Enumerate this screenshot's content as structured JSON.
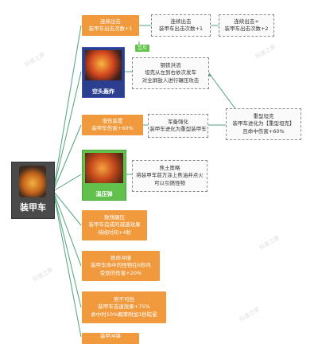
{
  "root": {
    "label": "装甲车",
    "icon": "armored-vehicle-icon"
  },
  "branches": [
    {
      "lines": [
        "连续出击",
        "装甲车出击次数+1"
      ]
    },
    {
      "label": "空头轰炸"
    },
    {
      "lines": [
        "增伤装置",
        "装甲车伤害+60%"
      ]
    },
    {
      "label": "温压弹"
    },
    {
      "lines": [
        "致残碾压",
        "装甲车造成的减速效果",
        "持续时间+4秒"
      ]
    },
    {
      "lines": [
        "致命冲撞",
        "装甲车命中的怪物在6秒内",
        "受到的伤害+20%"
      ]
    },
    {
      "lines": [
        "势不可挡",
        "装甲车击退效果+75%",
        "命中时10%概率附加1秒眩晕"
      ]
    },
    {
      "lines": [
        "装甲冲锋"
      ]
    }
  ],
  "sub_nodes": {
    "consecutive_1": [
      "连续出击",
      "装甲车出击次数+1"
    ],
    "consecutive_2": [
      "连续出击+",
      "装甲车出击次数+2"
    ],
    "tag": "互斥",
    "steel_flood": [
      "钢铁洪流",
      "坦克从左到右依次发车",
      "对全屏敌人进行碾压攻击"
    ],
    "military": [
      "军备强化",
      "装甲车进化为重型装甲车"
    ],
    "heavy_tank": [
      "重型坦克",
      "装甲车进化为【重型坦克】",
      "且命中伤害+60%"
    ],
    "ignite": [
      "焦土策略",
      "将装甲车前方涂上焦油并点火",
      "可以引燃怪物"
    ]
  },
  "colors": {
    "orange": "#f19a3d",
    "green": "#60c44a",
    "blue": "#3f55b8",
    "line": "#4fa37a",
    "root": "#4a4a4a"
  },
  "watermark": "抖音之家"
}
